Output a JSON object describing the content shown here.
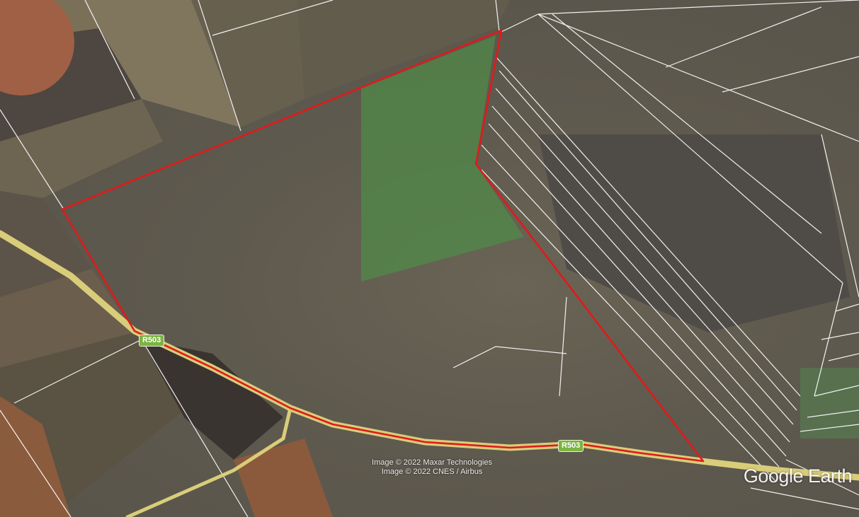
{
  "map": {
    "road_name": "R503",
    "attribution": [
      "Image © 2022 Maxar Technologies",
      "Image © 2022 CNES / Airbus"
    ],
    "watermark": "Google Earth"
  },
  "colors": {
    "boundary": "#e01a1a",
    "parcel_lines": "#ffffff",
    "highlight_area": "#4f8a48",
    "road": "#d9cd7a",
    "label_bg": "#7cb342"
  },
  "icons": {
    "road_marker": "road-shield-icon"
  }
}
